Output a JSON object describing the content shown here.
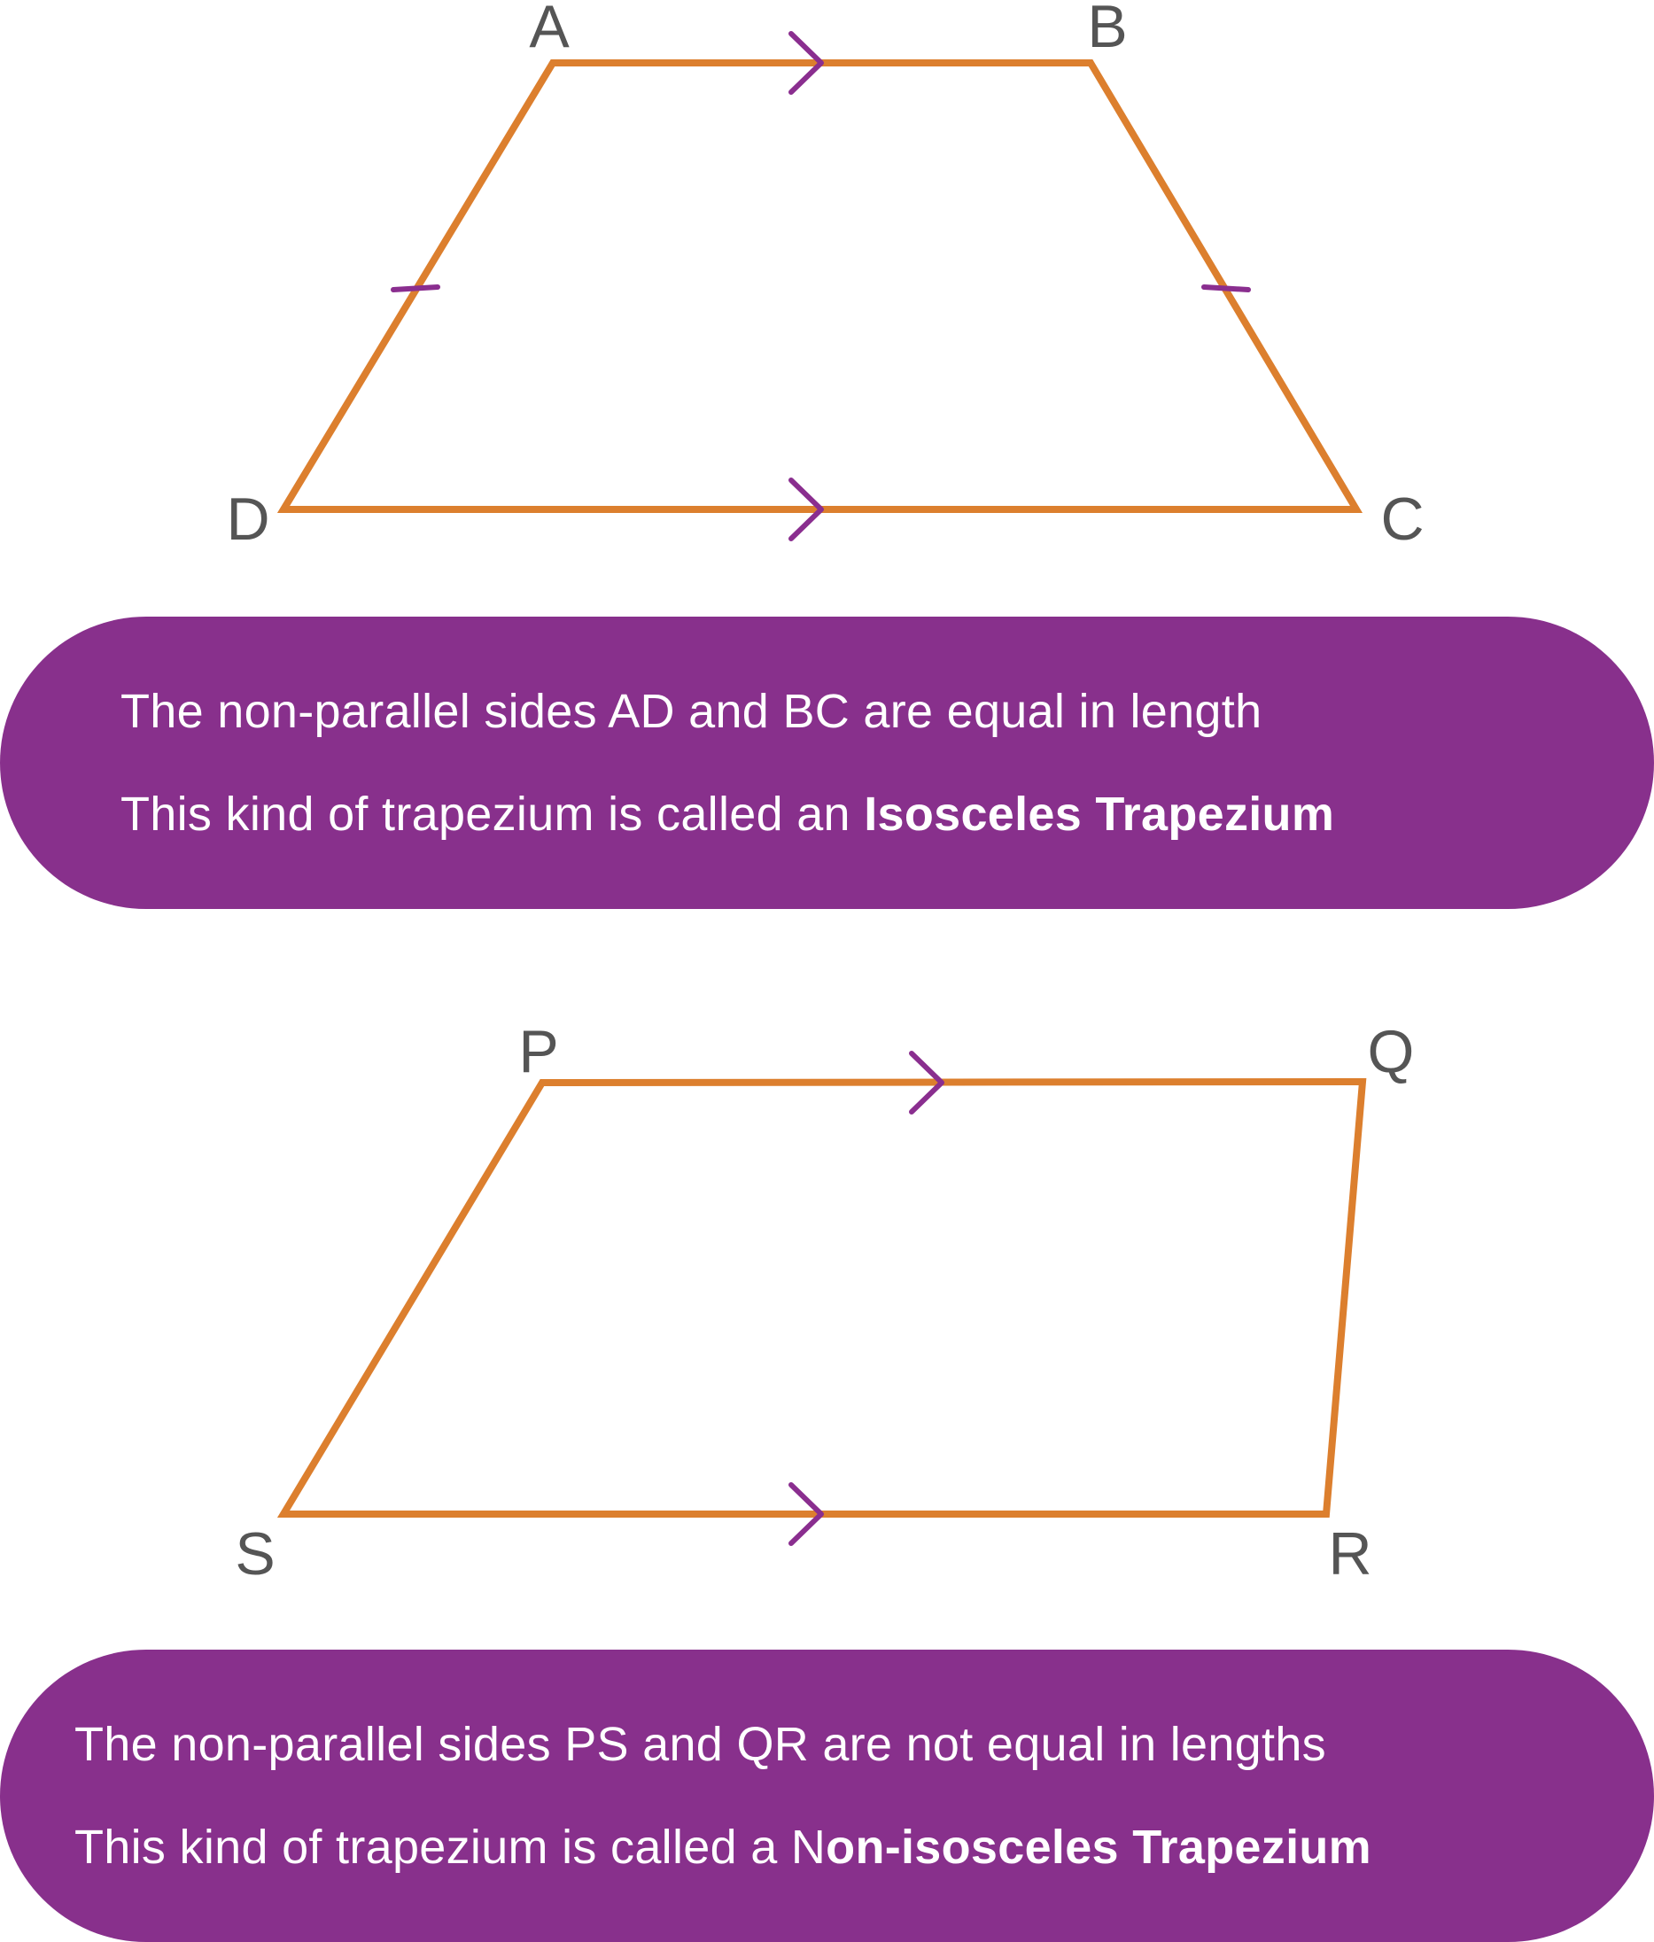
{
  "colors": {
    "side": "#dc7f2e",
    "mark": "#8a2e8f",
    "label": "#555555",
    "caption_bg": "#88308c",
    "caption_text": "#ffffff"
  },
  "figure1": {
    "vertices": {
      "a": "A",
      "b": "B",
      "c": "C",
      "d": "D"
    }
  },
  "caption1": {
    "line1": "The non-parallel sides AD and BC are equal in length",
    "line2_regular": "This kind of trapezium is called an ",
    "line2_bold": "Isosceles Trapezium"
  },
  "figure2": {
    "vertices": {
      "p": "P",
      "q": "Q",
      "r": "R",
      "s": "S"
    }
  },
  "caption2": {
    "line1": "The non-parallel sides PS and QR are not equal in lengths",
    "line2_regular": "This kind of trapezium is called a N",
    "line2_bold": "on-isosceles Trapezium"
  }
}
